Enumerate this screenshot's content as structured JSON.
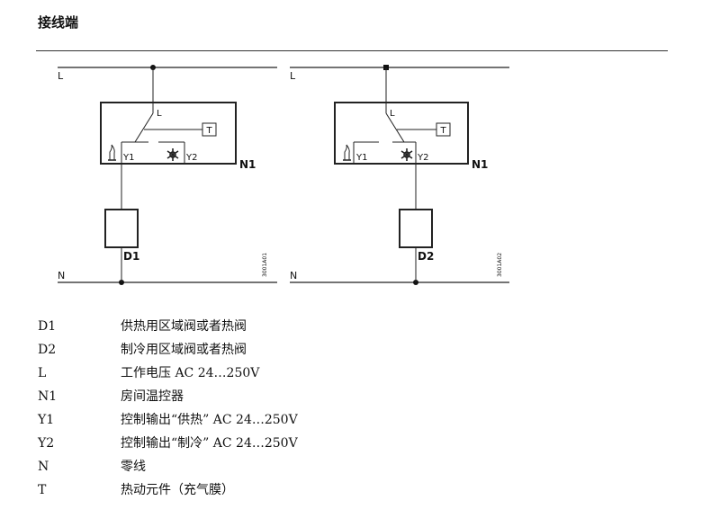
{
  "title": "接线端",
  "diagrams": [
    {
      "line_label": "L",
      "neutral_label": "N",
      "box_label": "N1",
      "inner_label": "L",
      "thermal_label": "T",
      "terminal_1": "Y1",
      "terminal_2": "Y2",
      "device_label": "D1",
      "ref_code": "3001A01",
      "switch_position": "Y1"
    },
    {
      "line_label": "L",
      "neutral_label": "N",
      "box_label": "N1",
      "inner_label": "L",
      "thermal_label": "T",
      "terminal_1": "Y1",
      "terminal_2": "Y2",
      "device_label": "D2",
      "ref_code": "3001A02",
      "switch_position": "Y2"
    }
  ],
  "legend": [
    {
      "code": "D1",
      "text": "供热用区域阀或者热阀"
    },
    {
      "code": "D2",
      "text": "制冷用区域阀或者热阀"
    },
    {
      "code": "L",
      "text": "工作电压 AC 24…250V"
    },
    {
      "code": "N1",
      "text": "房间温控器"
    },
    {
      "code": "Y1",
      "text": "控制输出“供热” AC 24…250V"
    },
    {
      "code": "Y2",
      "text": "控制输出“制冷” AC 24…250V"
    },
    {
      "code": "N",
      "text": "零线"
    },
    {
      "code": "T",
      "text": "热动元件（充气膜）"
    }
  ]
}
